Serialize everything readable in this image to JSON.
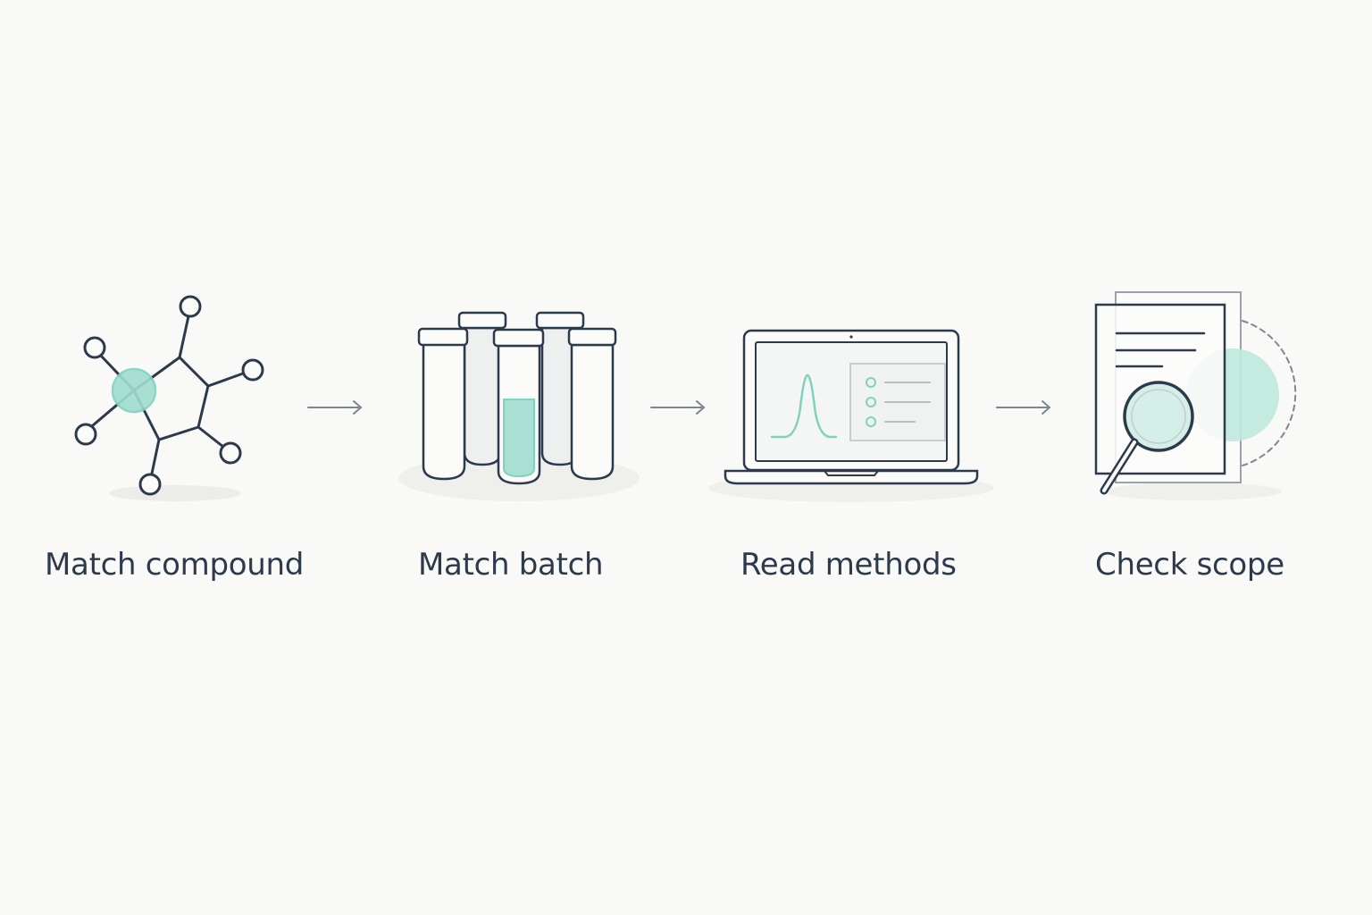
{
  "colors": {
    "background": "#f9f9f7",
    "stroke": "#2c3a4b",
    "accent": "#7fd3bd",
    "arrow": "#7d8791"
  },
  "steps": [
    {
      "label": "Match compound",
      "icon": "molecule-icon"
    },
    {
      "label": "Match batch",
      "icon": "test-tubes-icon"
    },
    {
      "label": "Read methods",
      "icon": "laptop-chromatogram-icon"
    },
    {
      "label": "Check scope",
      "icon": "document-magnifier-icon"
    }
  ],
  "connectors": [
    "arrow-right-icon",
    "arrow-right-icon",
    "arrow-right-icon"
  ]
}
